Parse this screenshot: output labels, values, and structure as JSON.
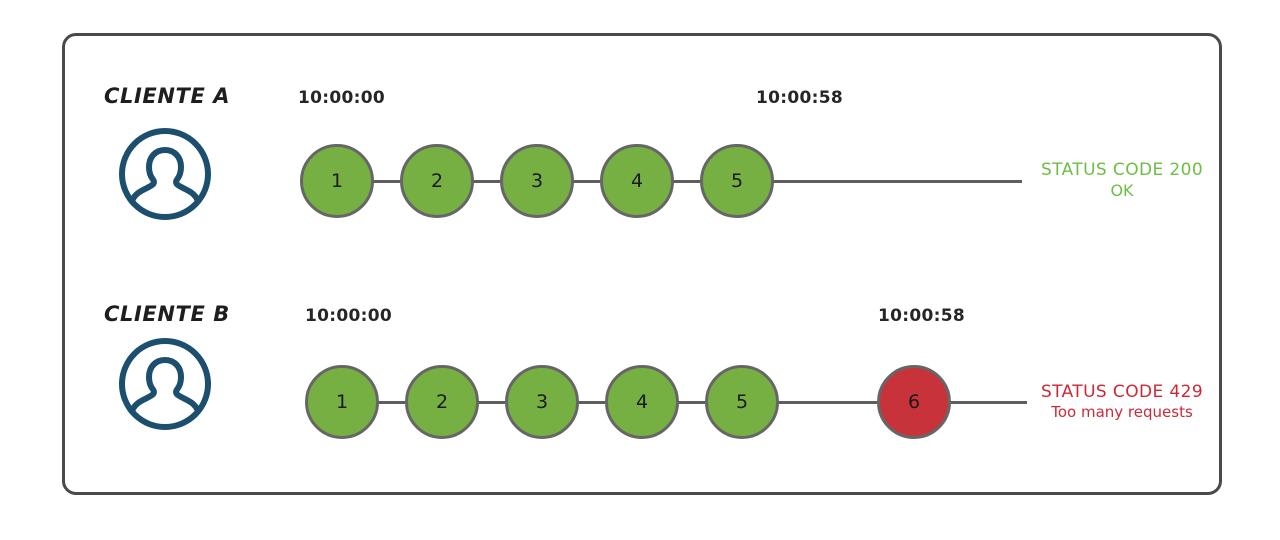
{
  "diagram": {
    "title": "API rate limiting per client timeline",
    "colors": {
      "frame_border": "#4a4a4a",
      "node_green": "#76b043",
      "node_red": "#c8323b",
      "node_stroke": "#666666",
      "connector": "#5e5e5e",
      "avatar": "#1c4e6e",
      "status_ok": "#6dbe45",
      "status_error": "#cc2936",
      "text": "#1e1e1e"
    },
    "rows": [
      {
        "id": "cliente-a",
        "label": "CLIENTE A",
        "avatar_icon": "user-avatar-icon",
        "time_start": "10:00:00",
        "time_end": "10:00:58",
        "nodes": [
          {
            "number": "1",
            "state": "ok"
          },
          {
            "number": "2",
            "state": "ok"
          },
          {
            "number": "3",
            "state": "ok"
          },
          {
            "number": "4",
            "state": "ok"
          },
          {
            "number": "5",
            "state": "ok"
          }
        ],
        "status": {
          "line1": "STATUS CODE 200",
          "line2": "OK",
          "state": "ok"
        }
      },
      {
        "id": "cliente-b",
        "label": "CLIENTE B",
        "avatar_icon": "user-avatar-icon",
        "time_start": "10:00:00",
        "time_end": "10:00:58",
        "nodes": [
          {
            "number": "1",
            "state": "ok"
          },
          {
            "number": "2",
            "state": "ok"
          },
          {
            "number": "3",
            "state": "ok"
          },
          {
            "number": "4",
            "state": "ok"
          },
          {
            "number": "5",
            "state": "ok"
          },
          {
            "number": "6",
            "state": "error"
          }
        ],
        "status": {
          "line1": "STATUS CODE 429",
          "line2": "Too many requests",
          "state": "error"
        }
      }
    ]
  }
}
